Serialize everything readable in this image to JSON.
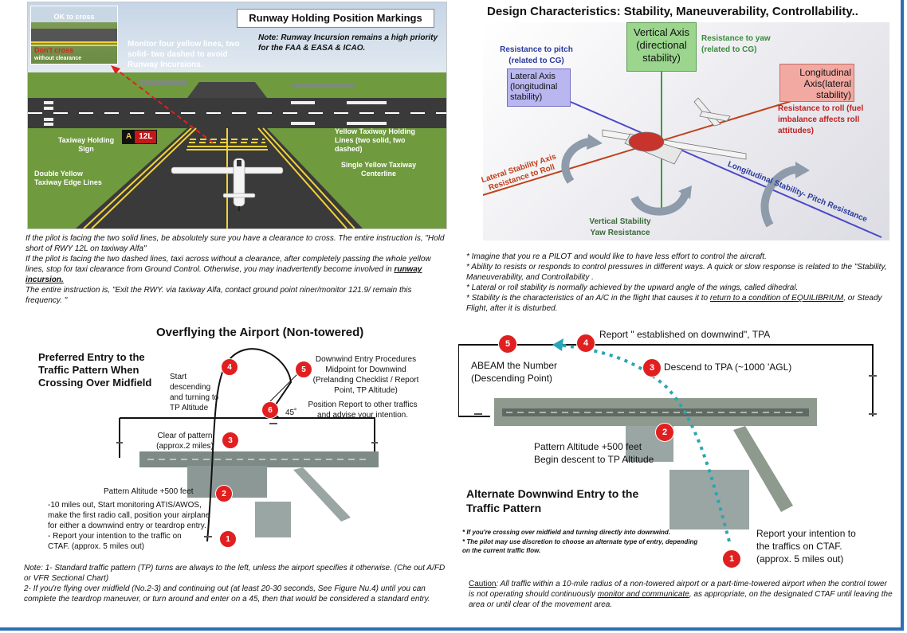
{
  "top_left": {
    "ok_to_cross": "OK to cross",
    "dont_cross": "Don't cross",
    "without_clearance": "without clearance",
    "title": "Runway Holding Position Markings",
    "monitor": "Monitor four yellow lines, two solid- two dashed to avoid Runway Incursions.",
    "note": "Note: Runway Incursion remains a high priority for the FAA & EASA & ICAO.",
    "sign_a": "A",
    "sign_12l": "12L",
    "taxiway_holding_sign": "Taxiway Holding Sign",
    "double_yellow": "Double Yellow Taxiway Edge Lines",
    "yellow_taxiway_holding": "Yellow Taxiway Holding Lines (two solid, two dashed)",
    "single_yellow": "Single Yellow Taxiway Centerline",
    "text1": "If the pilot is facing the two solid lines, be absolutely sure you have a clearance to cross. The entire instruction is, \"Hold short of RWY 12L on taxiway Alfa\"",
    "text2a": "If the pilot is facing the two dashed lines, taxi across without a clearance, after completely passing the whole yellow lines, stop for taxi clearance from Ground Control. Otherwise, you may inadvertently become involved in ",
    "text2b": "runway incursion.",
    "text3": "The entire instruction is, \"Exit the RWY. via taxiway Alfa, contact ground point niner/monitor 121.9/ remain this frequency. \""
  },
  "top_right": {
    "title": "Design Characteristics: Stability, Maneuverability, Controllability..",
    "vertical_axis": "Vertical Axis (directional stability)",
    "resistance_yaw": "Resistance to yaw (related to CG)",
    "resistance_pitch": "Resistance to pitch (related to CG)",
    "lateral_axis": "Lateral Axis (longitudinal stability)",
    "longitudinal_axis": "Longitudinal Axis(lateral stability)",
    "resistance_roll": "Resistance to roll (fuel imbalance affects roll attitudes)",
    "lateral_stability": "Lateral Stability Axis Resistance to Roll",
    "longitudinal_stability": "Longitudinal Stability- Pitch Resistance",
    "vertical_stability": "Vertical Stability Yaw Resistance",
    "bullets": [
      "* Imagine that you re a PILOT and would like to have less effort to control the aircraft.",
      "* Ability to resists or responds to control pressures in different ways. A quick or slow response is related to the \"Stability, Maneuverability, and Controllability .",
      "* Lateral or roll stability is normally achieved by the upward angle of the wings, called dihedral."
    ],
    "bullet4a": "* Stability is the characteristics of an A/C in the flight that causes it to ",
    "bullet4b": "return to a condition of EQUILIBRIUM",
    "bullet4c": ", or Steady Flight, after it is disturbed."
  },
  "bottom_left": {
    "title": "Overflying the Airport (Non-towered)",
    "preferred_entry": "Preferred Entry to the Traffic Pattern When Crossing Over Midfield",
    "start_descending": "Start descending and turning to TP Altitude",
    "downwind_entry": "Downwind Entry Procedures Midpoint for Downwind (Prelanding Checklist / Report Point, TP Altitude)",
    "position_report": "Position Report to other traffics and advise your intention.",
    "angle": "45˚",
    "clear_of_pattern": "Clear of pattern (approx.2 miles)",
    "pattern_altitude": "Pattern Altitude +500 feet",
    "ten_miles": "-10 miles out, Start monitoring ATIS/AWOS, make the first radio call, position your airplane for either a downwind entry or teardrop entry.",
    "report_intention": "- Report your intention to the traffic on CTAF. (approx. 5 miles out)",
    "nums": [
      "1",
      "2",
      "3",
      "4",
      "5",
      "6"
    ],
    "note1": "Note: 1- Standard traffic pattern (TP) turns are always to the left, unless the airport specifies it otherwise. (Che out A/FD or VFR Sectional Chart)",
    "note2": "2- If you're flying over midfield (No.2-3) and continuing out (at least 20-30 seconds, See Figure Nu.4) until you can complete the teardrop maneuver, or turn around and enter on a 45, then that would be considered a standard entry."
  },
  "bottom_right": {
    "report_downwind": "Report \" established on downwind\", TPA",
    "abeam": "ABEAM the Number (Descending Point)",
    "descend": "Descend to TPA (~1000 'AGL)",
    "pattern_altitude": "Pattern Altitude +500 feet Begin descent to TP Altitude",
    "alt_title": "Alternate Downwind Entry to the Traffic Pattern",
    "crossing_note": "* If you're crossing over midfield and turning directly into downwind.",
    "discretion_note": "* The pilot may use discretion to choose an alternate type of entry, depending on the current traffic flow.",
    "report_ctaf": "Report your intention to the traffics on CTAF. (approx. 5 miles out)",
    "nums": [
      "1",
      "2",
      "3",
      "4",
      "5"
    ],
    "caution_label": "Caution",
    "caution_a": ": All traffic within a 10-mile radius of a non-towered airport or a part-time-towered airport when the control tower is not operating should continuously ",
    "caution_b": "monitor and communicate",
    "caution_c": ", as appropriate, on the designated CTAF until leaving the area or until clear of the movement area."
  },
  "colors": {
    "grass": "#6f9a3e",
    "asphalt": "#3a3a3a",
    "yellow": "#f2d23a",
    "red": "#e02020",
    "teal": "#2aa6b3",
    "blue_frame": "#2d6fb7"
  }
}
